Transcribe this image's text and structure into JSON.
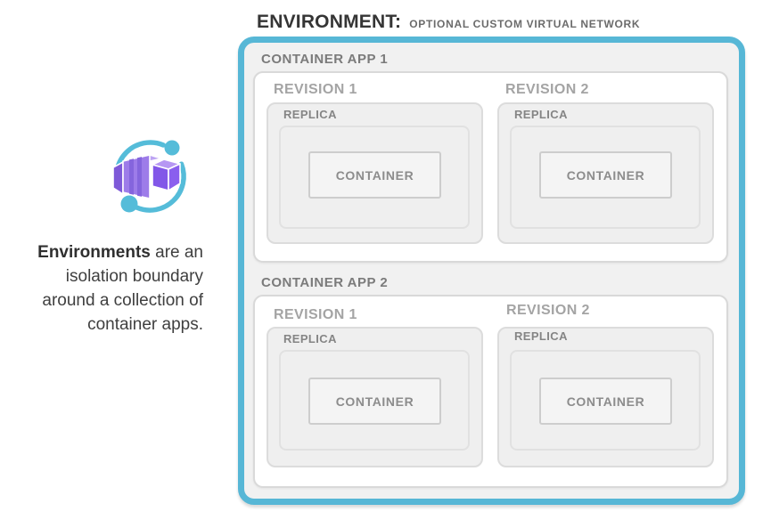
{
  "header": {
    "title": "ENVIRONMENT:",
    "subtitle": "OPTIONAL CUSTOM VIRTUAL NETWORK"
  },
  "sidebar": {
    "icon": "azure-container-apps-icon",
    "description": {
      "bold": "Environments",
      "line1_rest": " are an",
      "line2": "isolation boundary",
      "line3": "around a collection of",
      "line4": "container apps."
    }
  },
  "environment": {
    "apps": [
      {
        "label": "CONTAINER APP 1",
        "revisions": [
          {
            "label": "REVISION 1",
            "replica_label": "REPLICA",
            "container_label": "CONTAINER"
          },
          {
            "label": "REVISION 2",
            "replica_label": "REPLICA",
            "container_label": "CONTAINER"
          }
        ]
      },
      {
        "label": "CONTAINER APP 2",
        "revisions": [
          {
            "label": "REVISION 1",
            "replica_label": "REPLICA",
            "container_label": "CONTAINER"
          },
          {
            "label": "REVISION 2",
            "replica_label": "REPLICA",
            "container_label": "CONTAINER"
          }
        ]
      }
    ]
  },
  "colors": {
    "environment_border": "#57b7d6",
    "environment_fill": "#f1f1f1",
    "icon_blue": "#55bcd9",
    "icon_purple": "#8a5fee",
    "title_text": "#353535",
    "subtitle_text": "#6b6b6b",
    "app_label_text": "#7b7b7b",
    "revision_label_text": "#a4a4a4",
    "replica_label_text": "#858585",
    "container_label_text": "#8c8c8c"
  }
}
